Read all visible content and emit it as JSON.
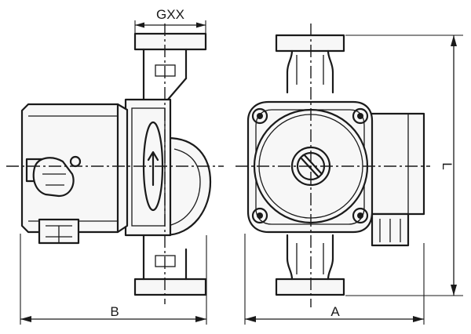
{
  "dimensions": {
    "top_width": "GXX",
    "side_depth": "B",
    "front_width": "A",
    "overall_height": "L"
  }
}
